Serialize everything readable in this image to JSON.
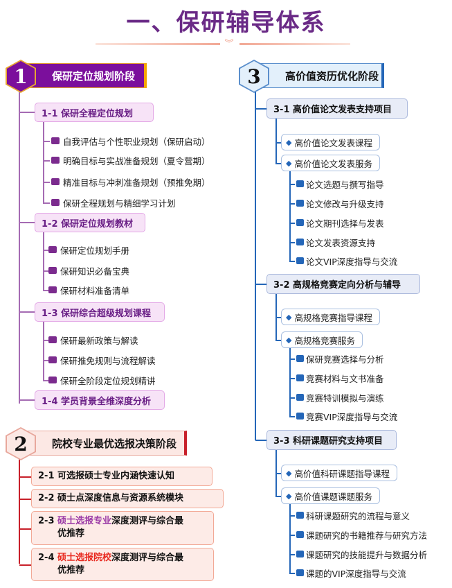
{
  "title": "一、保研辅导体系",
  "colors": {
    "purple": "#7b0f9c",
    "blue": "#2466b8",
    "red": "#c8202a",
    "pink_highlight": "#9b3aa6",
    "red_highlight": "#e8281e"
  },
  "s1": {
    "num": "1",
    "title": "保研定位规划阶段",
    "groups": [
      {
        "label": "1-1 保研全程定位规划",
        "items": [
          "自我评估与个性职业规划（保研启动）",
          "明确目标与实战准备规划（夏令营期）",
          "精准目标与冲刺准备规划（预推免期）",
          "保研全程规划与精细学习计划"
        ]
      },
      {
        "label": "1-2 保研定位规划教材",
        "items": [
          "保研定位规划手册",
          "保研知识必备宝典",
          "保研材料准备清单"
        ]
      },
      {
        "label": "1-3 保研综合超级规划课程",
        "items": [
          "保研最新政策与解读",
          "保研推免规则与流程解读",
          "保研全阶段定位规划精讲"
        ]
      },
      {
        "label": "1-4 学员背景全维深度分析",
        "items": []
      }
    ]
  },
  "s2": {
    "num": "2",
    "title": "院校专业最优选报决策阶段",
    "items": [
      {
        "prefix": "2-1 可选报硕士专业内涵快速认知",
        "hl": "",
        "rest": "",
        "line2": ""
      },
      {
        "prefix": "2-2 硕士点深度信息与资源系统模块",
        "hl": "",
        "rest": "",
        "line2": ""
      },
      {
        "prefix": "2-3 ",
        "hl": "硕士选报专业",
        "rest": "深度测评与综合最",
        "line2": "优推荐"
      },
      {
        "prefix": "2-4 ",
        "hl": "硕士选报院校",
        "rest": "深度测评与综合最",
        "line2": "优推荐"
      }
    ]
  },
  "s3": {
    "num": "3",
    "title": "高价值资历优化阶段",
    "groups": [
      {
        "label": "3-1 高价值论文发表支持项目",
        "course": "高价值论文发表课程",
        "service": "高价值论文发表服务",
        "items": [
          "论文选题与撰写指导",
          "论文修改与升级支持",
          "论文期刊选择与发表",
          "论文发表资源支持",
          "论文VIP深度指导与交流"
        ]
      },
      {
        "label": "3-2 高规格竞赛定向分析与辅导",
        "course": "高规格竞赛指导课程",
        "service": "高规格竞赛服务",
        "items": [
          "保研竞赛选择与分析",
          "竞赛材料与文书准备",
          "竞赛特训模拟与演练",
          "竞赛VIP深度指导与交流"
        ]
      },
      {
        "label": "3-3 科研课题研究支持项目",
        "course": "高价值科研课题指导课程",
        "service": "高价值课题课题服务",
        "items": [
          "科研课题研究的流程与意义",
          "课题研究的书籍推荐与研究方法",
          "课题研究的技能提升与数据分析",
          "课题的VIP深度指导与交流"
        ]
      }
    ]
  }
}
